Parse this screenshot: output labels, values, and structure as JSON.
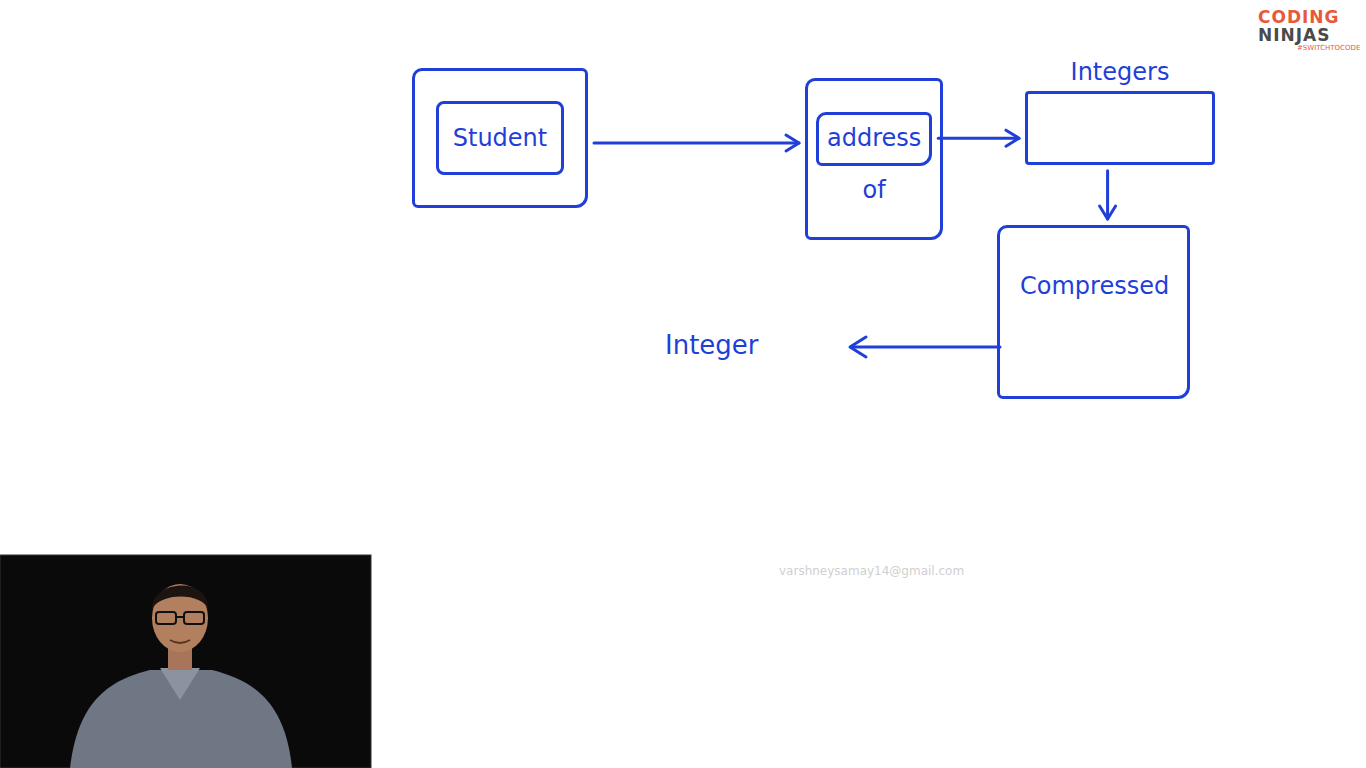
{
  "diagram": {
    "nodes": [
      {
        "text": [
          "Student"
        ]
      },
      {
        "text": [
          "of"
        ]
      },
      {
        "text": [
          "address"
        ],
        "in": 1
      },
      {
        "text": [
          "Integers"
        ]
      },
      {
        "text": [
          "Compressed"
        ]
      }
    ],
    "edges": [
      {
        "from": 0,
        "to": 1,
        "arrow": "to"
      },
      {
        "from": 2,
        "to": 3,
        "arrow": "to"
      },
      {
        "from": 3,
        "to": 4,
        "arrow": "to"
      }
    ],
    "labels": [
      "Integer",
      "CODING",
      "NINJAS",
      "#SWITCHTOCODE",
      "varshneysamay14@gmail.com"
    ]
  }
}
